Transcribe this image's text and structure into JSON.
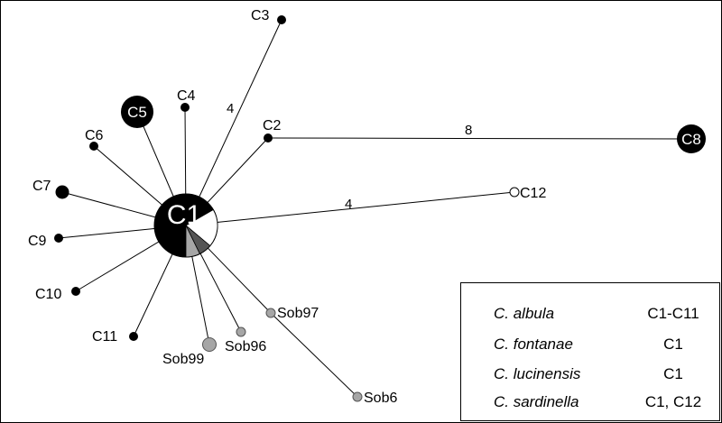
{
  "network": {
    "center": "C1",
    "nodes": {
      "C1": "C1",
      "C2": "C2",
      "C3": "C3",
      "C4": "C4",
      "C5": "C5",
      "C6": "C6",
      "C7": "C7",
      "C8": "C8",
      "C9": "C9",
      "C10": "C10",
      "C11": "C11",
      "C12": "C12",
      "Sob96": "Sob96",
      "Sob97": "Sob97",
      "Sob99": "Sob99",
      "Sob6": "Sob6"
    },
    "edge_labels": {
      "c1_c3": "4",
      "c2_c8": "8",
      "c1_c12": "4"
    }
  },
  "legend": {
    "rows": [
      {
        "species": "C. albula",
        "haplotypes": "C1-C11"
      },
      {
        "species": "C. fontanae",
        "haplotypes": "C1"
      },
      {
        "species": "C. lucinensis",
        "haplotypes": "C1"
      },
      {
        "species": "C. sardinella",
        "haplotypes": "C1, C12"
      }
    ]
  },
  "colors": {
    "albula": "#000000",
    "sardinella": "#ffffff",
    "other": "#a6a6a6",
    "dark_gray": "#555555"
  }
}
